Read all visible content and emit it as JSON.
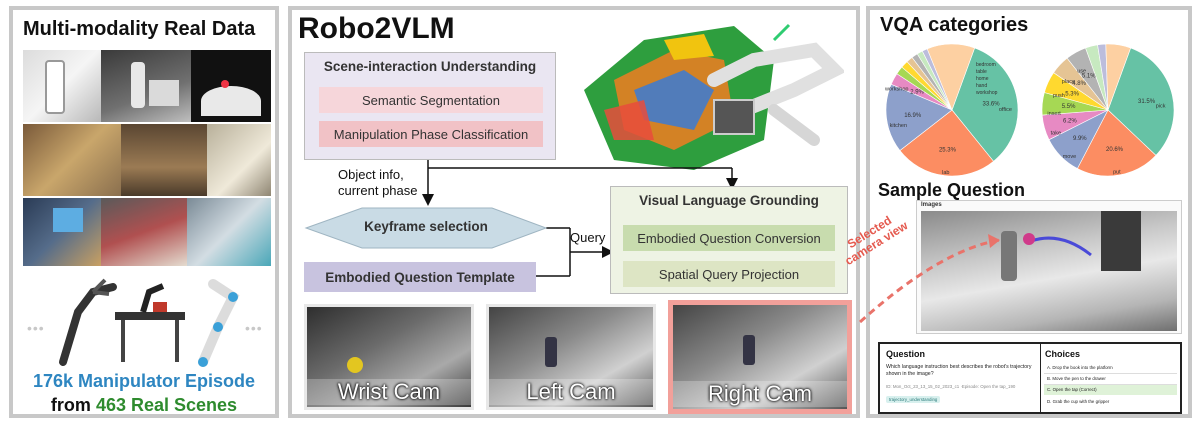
{
  "left_panel": {
    "title": "Multi-modality Real Data",
    "stat_line1_number": "176k",
    "stat_line1_text": "Manipulator Episode",
    "stat_line2_prefix": "from",
    "stat_line2_number": "463",
    "stat_line2_text": "Real Scenes",
    "ellipsis": "•••"
  },
  "middle_panel": {
    "title": "Robo2VLM",
    "scene_box": {
      "title": "Scene-interaction Understanding",
      "items": [
        "Semantic Segmentation",
        "Manipulation Phase Classification"
      ]
    },
    "object_info_label_line1": "Object info,",
    "object_info_label_line2": "current phase",
    "keyframe_label": "Keyframe selection",
    "template_label": "Embodied Question Template",
    "query_label": "Query",
    "grounding_box": {
      "title": "Visual Language Grounding",
      "items": [
        "Embodied Question Conversion",
        "Spatial Query Projection"
      ]
    },
    "cams": [
      "Wrist Cam",
      "Left Cam",
      "Right Cam"
    ]
  },
  "right_panel": {
    "title": "VQA categories",
    "sample_title": "Sample Question",
    "selected_view_line1": "Selected",
    "selected_view_line2": "camera view",
    "images_label": "Images",
    "question_header": "Question",
    "question_text": "Which language instruction best describes the robot's trajectory shown in the image?",
    "question_meta": "ID: Mon_Oct_23_13_15_02_2023_c1 ·Episode: Open the tap_190",
    "question_tag": "trajectory_understanding",
    "choices_header": "Choices",
    "choices": [
      "A. Drop the book into the platform",
      "B. Move the pen to the drawer",
      "C. Open the tap (Correct)",
      "D. Grab the cup with the gripper"
    ]
  },
  "chart_data": [
    {
      "type": "pie",
      "categories": [
        "office",
        "lab",
        "kitchen",
        "workshop",
        "",
        "",
        "",
        "",
        "",
        "",
        ""
      ],
      "values": [
        33.6,
        25.3,
        16.9,
        2.9,
        2.0,
        1.8,
        1.6,
        1.5,
        1.4,
        1.3,
        11.7
      ],
      "slice_labels": [
        "33.6%",
        "25.3%",
        "16.9%",
        "2.9%",
        "",
        "",
        "",
        "",
        "",
        "",
        ""
      ],
      "outer_labels": [
        "bedroom",
        "table",
        "home",
        "hand",
        "workshop"
      ],
      "colors": [
        "#66c2a5",
        "#fc8d62",
        "#8da0cb",
        "#e78ac3",
        "#a6d854",
        "#ffd92f",
        "#e5c494",
        "#b3b3b3",
        "#c7e9c0",
        "#bcbddc",
        "#fdd0a2"
      ]
    },
    {
      "type": "pie",
      "categories": [
        "pick",
        "put",
        "move",
        "take",
        "insert",
        "push",
        "place",
        "use",
        "",
        "",
        ""
      ],
      "values": [
        31.5,
        20.6,
        9.9,
        6.2,
        5.5,
        5.3,
        4.8,
        5.1,
        3.0,
        2.0,
        6.1
      ],
      "slice_labels": [
        "31.5%",
        "20.6%",
        "9.9%",
        "6.2%",
        "5.5%",
        "5.3%",
        "4.8%",
        "5.1%",
        "",
        "",
        ""
      ],
      "colors": [
        "#66c2a5",
        "#fc8d62",
        "#8da0cb",
        "#e78ac3",
        "#a6d854",
        "#ffd92f",
        "#e5c494",
        "#b3b3b3",
        "#c7e9c0",
        "#bcbddc",
        "#fdd0a2"
      ]
    }
  ]
}
